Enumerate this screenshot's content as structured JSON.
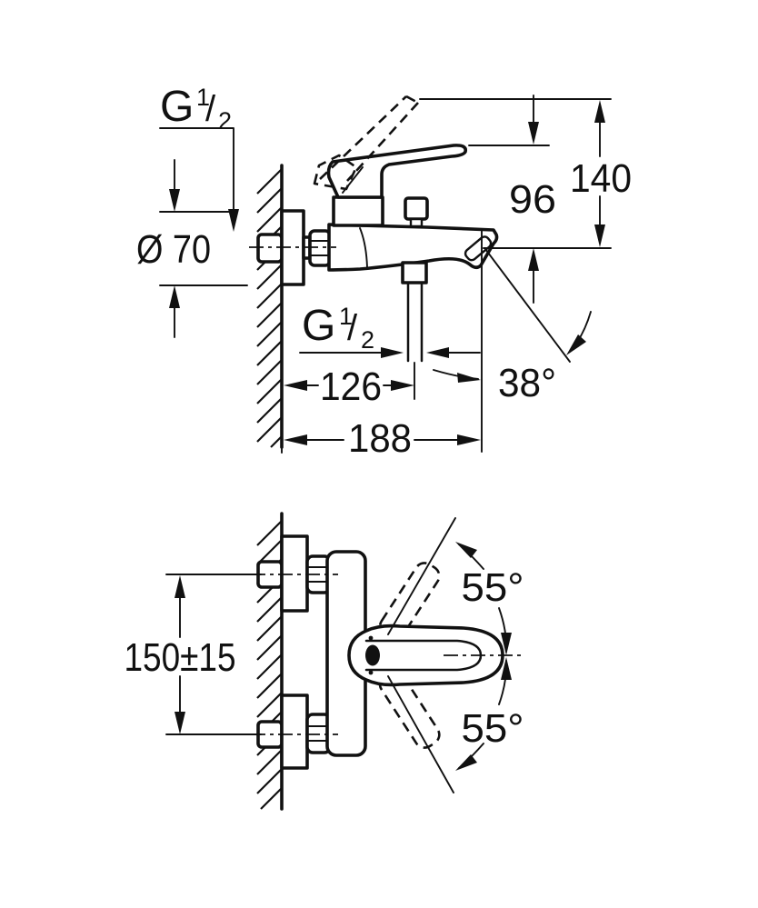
{
  "drawing": {
    "background": "#ffffff",
    "line_color": "#111111",
    "side_view": {
      "thread_label": {
        "g": "G",
        "numerator": "1",
        "slash": "/",
        "denominator": "2"
      },
      "dims": {
        "diameter": "Ø 70",
        "total_height": "140",
        "spout_height": "96",
        "spout_depth": "126",
        "total_depth": "188",
        "spout_angle": "38°"
      }
    },
    "front_view": {
      "dims": {
        "center_distance": "150±15",
        "handle_swing_up": "55°",
        "handle_swing_down": "55°"
      }
    }
  }
}
